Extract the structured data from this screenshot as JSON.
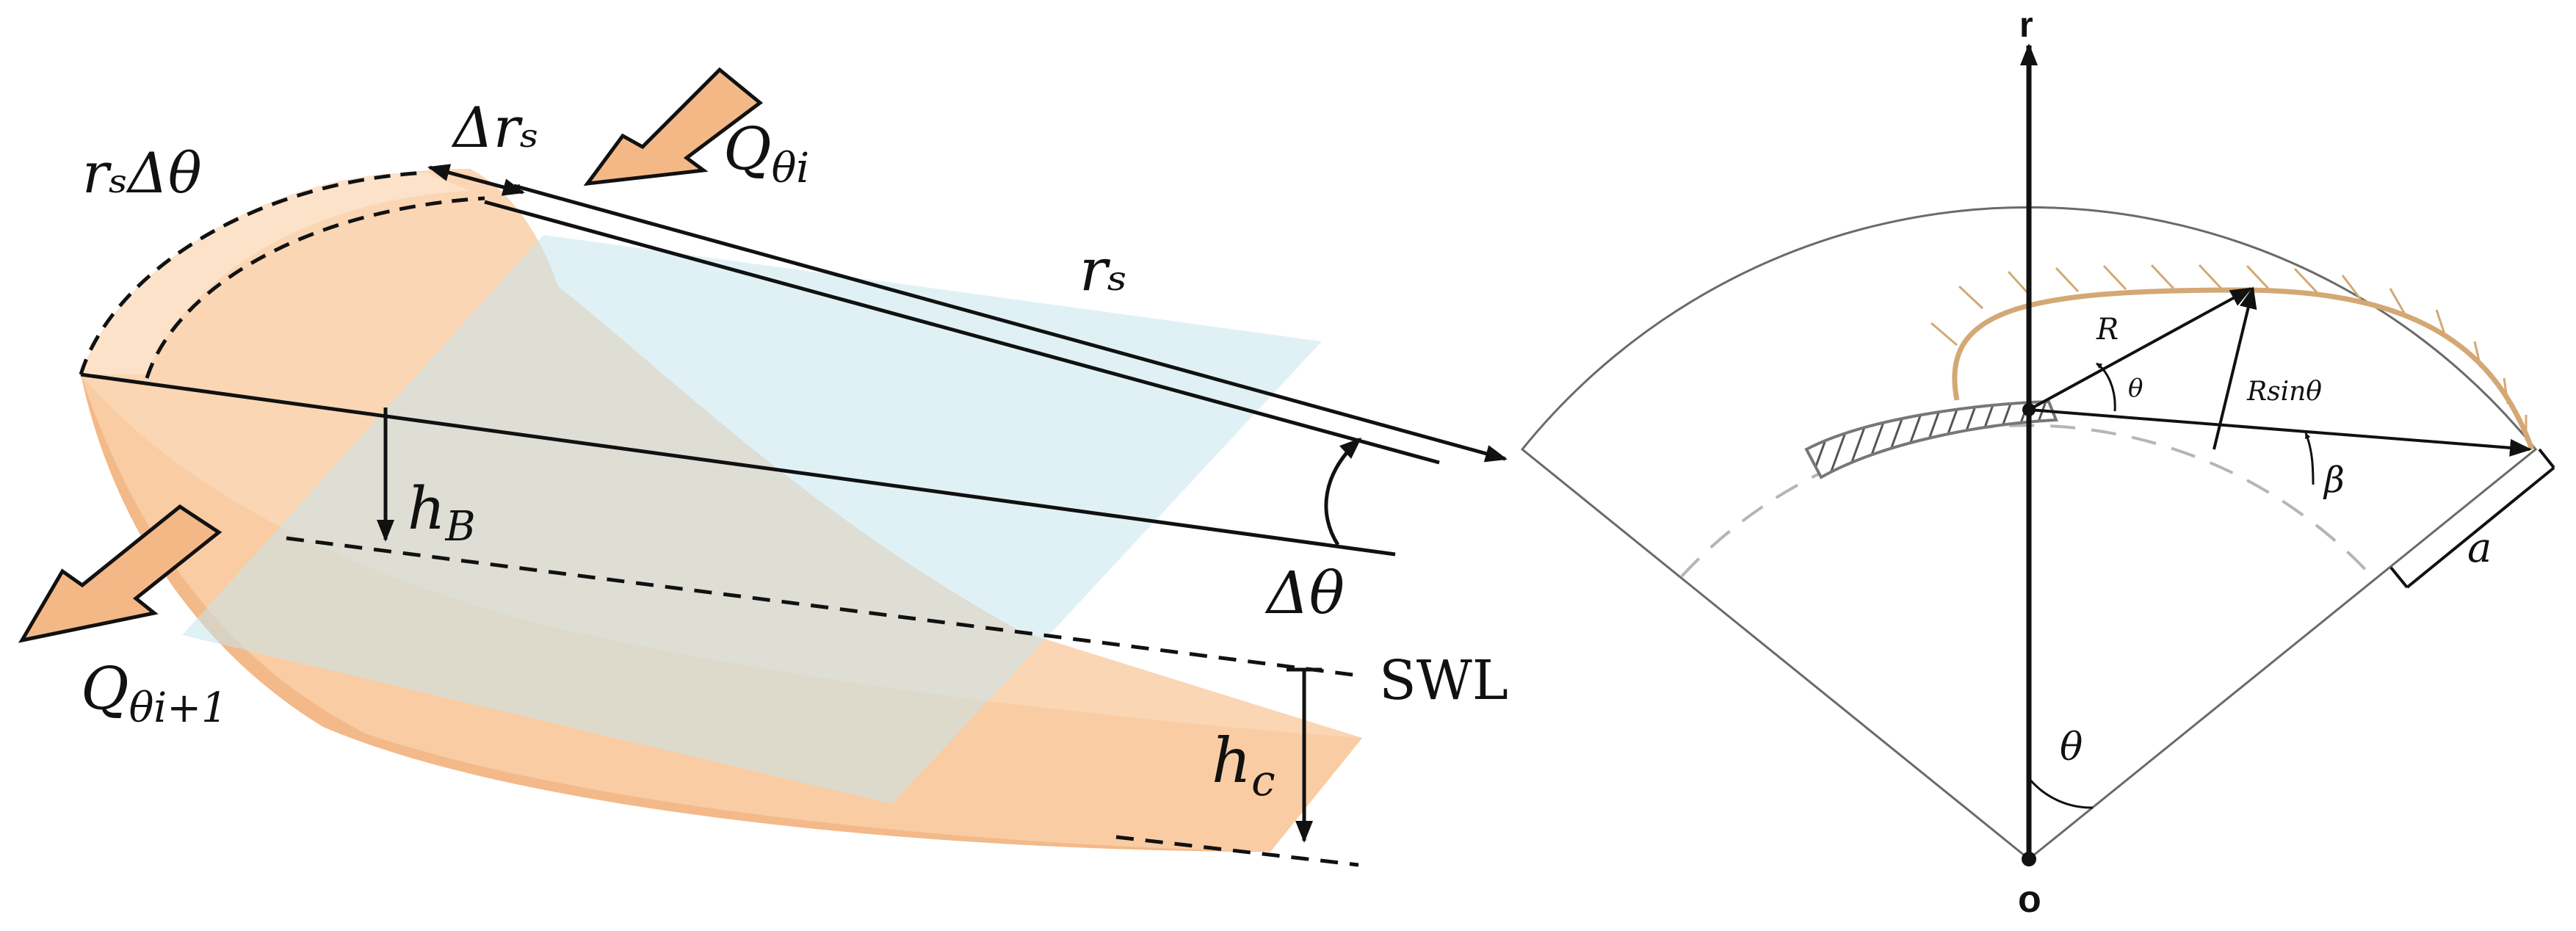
{
  "left_diagram": {
    "labels": {
      "rs_dtheta": "rₛΔθ",
      "delta_rs": "Δrₛ",
      "q_theta_i": "Q",
      "q_theta_i_sub": "θi",
      "rs": "rₛ",
      "h_b": "h",
      "h_b_sub": "B",
      "delta_theta": "Δθ",
      "q_theta_i1": "Q",
      "q_theta_i1_sub": "θi+1",
      "swl": "SWL",
      "h_c": "h",
      "h_c_sub": "c"
    }
  },
  "right_diagram": {
    "labels": {
      "r_axis": "r",
      "origin": "o",
      "R": "R",
      "theta_small": "θ",
      "r_sin_theta": "Rsinθ",
      "beta": "β",
      "a": "a",
      "theta_center": "θ"
    }
  },
  "colors": {
    "sand": "#f8c9a0",
    "sand_dark": "#f2b07e",
    "sand_light": "#fadbc0",
    "water": "#cde9ef",
    "coast": "#d4a874",
    "arrow_fill": "#f4b887",
    "ink": "#111111",
    "grey": "#9a9a9a"
  }
}
